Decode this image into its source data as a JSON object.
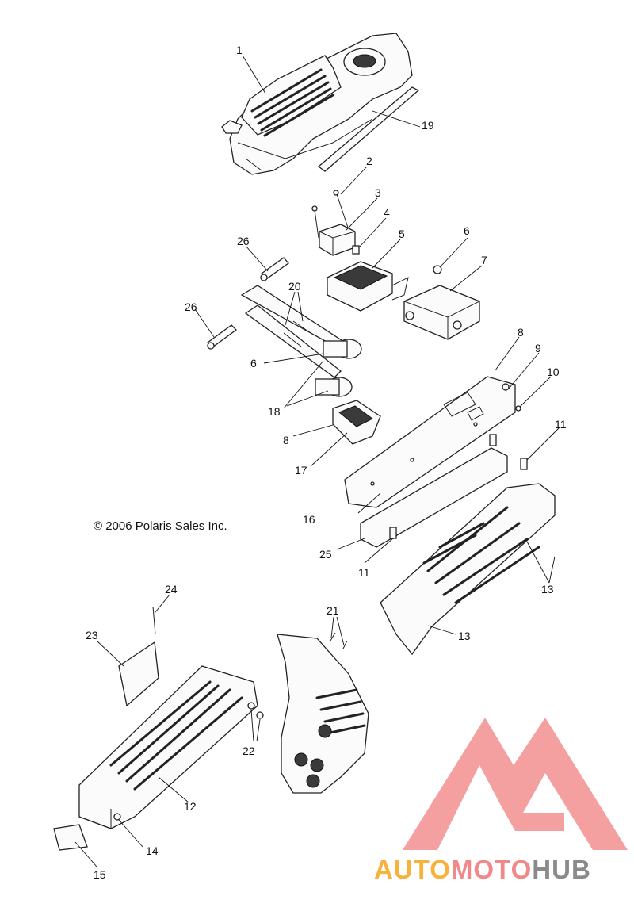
{
  "copyright": "© 2006 Polaris Sales Inc.",
  "watermark": {
    "part1": "AUTO",
    "part2": "MOTO",
    "part3": "HUB",
    "colors": {
      "auto": "#f6b23a",
      "moto": "#f08a8a",
      "hub": "#8a8a8a",
      "logo": "#f08080"
    }
  },
  "callouts": [
    {
      "id": "c1",
      "label": "1"
    },
    {
      "id": "c2",
      "label": "2"
    },
    {
      "id": "c3",
      "label": "3"
    },
    {
      "id": "c4",
      "label": "4"
    },
    {
      "id": "c5",
      "label": "5"
    },
    {
      "id": "c6a",
      "label": "6"
    },
    {
      "id": "c6b",
      "label": "6"
    },
    {
      "id": "c7",
      "label": "7"
    },
    {
      "id": "c8a",
      "label": "8"
    },
    {
      "id": "c8b",
      "label": "8"
    },
    {
      "id": "c9",
      "label": "9"
    },
    {
      "id": "c10",
      "label": "10"
    },
    {
      "id": "c11a",
      "label": "11"
    },
    {
      "id": "c11b",
      "label": "11"
    },
    {
      "id": "c12",
      "label": "12"
    },
    {
      "id": "c13a",
      "label": "13"
    },
    {
      "id": "c13b",
      "label": "13"
    },
    {
      "id": "c14",
      "label": "14"
    },
    {
      "id": "c15",
      "label": "15"
    },
    {
      "id": "c16",
      "label": "16"
    },
    {
      "id": "c17",
      "label": "17"
    },
    {
      "id": "c18",
      "label": "18"
    },
    {
      "id": "c19",
      "label": "19"
    },
    {
      "id": "c20",
      "label": "20"
    },
    {
      "id": "c21",
      "label": "21"
    },
    {
      "id": "c22",
      "label": "22"
    },
    {
      "id": "c23",
      "label": "23"
    },
    {
      "id": "c24",
      "label": "24"
    },
    {
      "id": "c25",
      "label": "25"
    },
    {
      "id": "c26a",
      "label": "26"
    },
    {
      "id": "c26b",
      "label": "26"
    }
  ]
}
